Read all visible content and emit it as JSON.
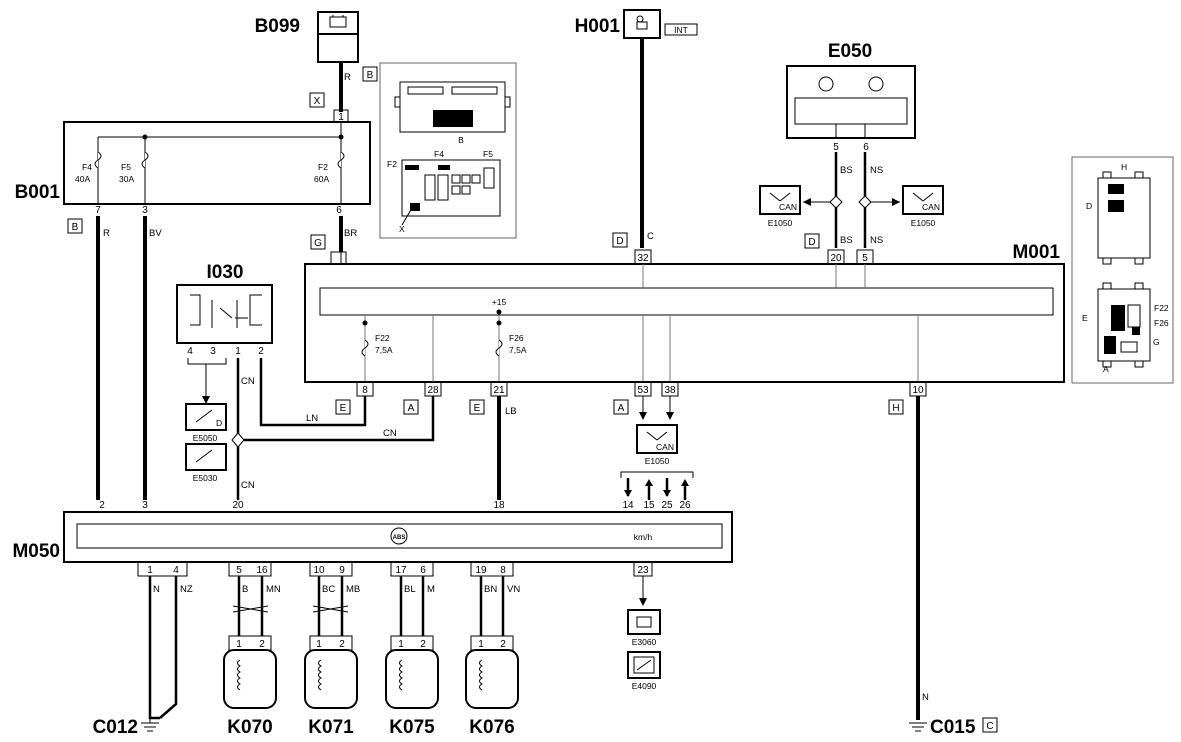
{
  "components": {
    "B099": "B099",
    "H001": "H001",
    "E050": "E050",
    "B001": "B001",
    "I030": "I030",
    "M001": "M001",
    "M050": "M050",
    "C012": "C012",
    "K070": "K070",
    "K071": "K071",
    "K075": "K075",
    "K076": "K076",
    "C015": "C015"
  },
  "refs": {
    "B": "B",
    "X": "X",
    "G": "G",
    "D": "D",
    "E": "E",
    "A": "A",
    "H": "H",
    "C": "C",
    "INT": "INT"
  },
  "fuses": {
    "F4": "F4",
    "F4_rating": "40A",
    "F5": "F5",
    "F5_rating": "30A",
    "F2": "F2",
    "F2_rating": "60A",
    "F22": "F22",
    "F22_rating": "7,5A",
    "F26": "F26",
    "F26_rating": "7,5A",
    "plus15": "+15"
  },
  "can_labels": {
    "E1050": "E1050",
    "CAN": "CAN",
    "E5050": "E5050",
    "E5030": "E5030",
    "E3060": "E3060",
    "E4090": "E4090",
    "ABS": "ABS",
    "kmh": "km/h"
  },
  "wire_colors": {
    "R": "R",
    "BV": "BV",
    "BR": "BR",
    "C": "C",
    "BS": "BS",
    "NS": "NS",
    "CN": "CN",
    "LN": "LN",
    "LB": "LB",
    "N": "N",
    "NZ": "NZ",
    "B": "B",
    "MN": "MN",
    "BC": "BC",
    "MB": "MB",
    "BL": "BL",
    "M": "M",
    "BN": "BN",
    "VN": "VN"
  },
  "pins": {
    "p1": "1",
    "p2": "2",
    "p3": "3",
    "p4": "4",
    "p5": "5",
    "p6": "6",
    "p7": "7",
    "p8": "8",
    "p9": "9",
    "p10": "10",
    "p14": "14",
    "p15": "15",
    "p16": "16",
    "p17": "17",
    "p18": "18",
    "p19": "19",
    "p20": "20",
    "p21": "21",
    "p23": "23",
    "p25": "25",
    "p26": "26",
    "p28": "28",
    "p32": "32",
    "p38": "38",
    "p53": "53"
  },
  "inset_b001": {
    "F2": "F2",
    "F4": "F4",
    "F5": "F5",
    "B": "B",
    "X": "X"
  },
  "inset_m001": {
    "H": "H",
    "D": "D",
    "E": "E",
    "F22": "F22",
    "F26": "F26",
    "G": "G",
    "A": "A"
  }
}
